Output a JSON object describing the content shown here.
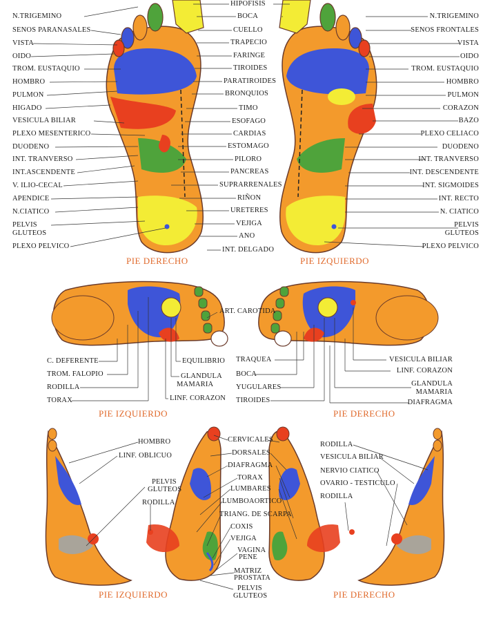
{
  "captions": {
    "soles_right": "PIE DERECHO",
    "soles_left": "PIE IZQUIERDO",
    "tops_left": "PIE IZQUIERDO",
    "tops_right": "PIE DERECHO",
    "sides_left": "PIE IZQUIERDO",
    "sides_right": "PIE DERECHO"
  },
  "soles": {
    "left_column": [
      "N.TRIGEMINO",
      "SENOS PARANASALES",
      "VISTA",
      "OIDO",
      "TROM. EUSTAQUIO",
      "HOMBRO",
      "PULMON",
      "HIGADO",
      "VESICULA BILIAR",
      "PLEXO MESENTERICO",
      "DUODENO",
      "INT. TRANVERSO",
      "INT.ASCENDENTE",
      "V. ILIO-CECAL",
      "APENDICE",
      "N.CIATICO",
      "PELVIS",
      "GLUTEOS",
      "PLEXO PELVICO"
    ],
    "center_column": [
      "HIPOFISIS",
      "BOCA",
      "CUELLO",
      "TRAPECIO",
      "FARINGE",
      "TIROIDES",
      "PARATIROIDES",
      "BRONQUIOS",
      "TIMO",
      "ESOFAGO",
      "CARDIAS",
      "ESTOMAGO",
      "PILORO",
      "PANCREAS",
      "SUPRARRENALES",
      "RIÑON",
      "URETERES",
      "VEJIGA",
      "ANO",
      "INT. DELGADO"
    ],
    "right_column": [
      "N.TRIGEMINO",
      "SENOS FRONTALES",
      "VISTA",
      "OIDO",
      "TROM. EUSTAQUIO",
      "HOMBRO",
      "PULMON",
      "CORAZON",
      "BAZO",
      "PLEXO CELIACO",
      "DUODENO",
      "INT. TRANVERSO",
      "INT. DESCENDENTE",
      "INT. SIGMOIDES",
      "INT. RECTO",
      "N. CIATICO",
      "PELVIS",
      "GLUTEOS",
      "PLEXO PELVICO"
    ]
  },
  "tops": {
    "top_center": "ART. CAROTIDA",
    "left_group": [
      "C. DEFERENTE",
      "TROM. FALOPIO",
      "RODILLA",
      "TORAX"
    ],
    "mid_left_group": [
      "EQUILIBRIO",
      "GLANDULA",
      "MAMARIA",
      "LINF. CORAZON"
    ],
    "center_group": [
      "TRAQUEA",
      "BOCA",
      "YUGULARES",
      "TIROIDES"
    ],
    "right_group": [
      "VESICULA BILIAR",
      "LINF. CORAZON",
      "GLANDULA",
      "MAMARIA",
      "DIAFRAGMA"
    ]
  },
  "sides": {
    "left_labels": [
      "HOMBRO",
      "LINF. OBLICUO",
      "PELVIS",
      "GLUTEOS",
      "RODILLA"
    ],
    "center_labels": [
      "CERVICALES",
      "DORSALES",
      "DIAFRAGMA",
      "TORAX",
      "LUMBARES",
      "LUMBOAORTICO",
      "TRIANG. DE SCARPA",
      "COXIS",
      "VEJIGA",
      "VAGINA",
      "PENE",
      "MATRIZ",
      "PROSTATA",
      "PELVIS",
      "GLUTEOS"
    ],
    "right_labels": [
      "RODILLA",
      "VESICULA BILIAR",
      "NERVIO CIATICO",
      "OVARIO - TESTICULO",
      "RODILLA"
    ]
  },
  "colors": {
    "orange": "#f39a2c",
    "yellow": "#f3ec35",
    "green": "#4fa33b",
    "red": "#e8401f",
    "blue": "#3e55d8",
    "gray": "#a9a49a",
    "outline": "#6a3a2a",
    "caption": "#e06a2c"
  }
}
